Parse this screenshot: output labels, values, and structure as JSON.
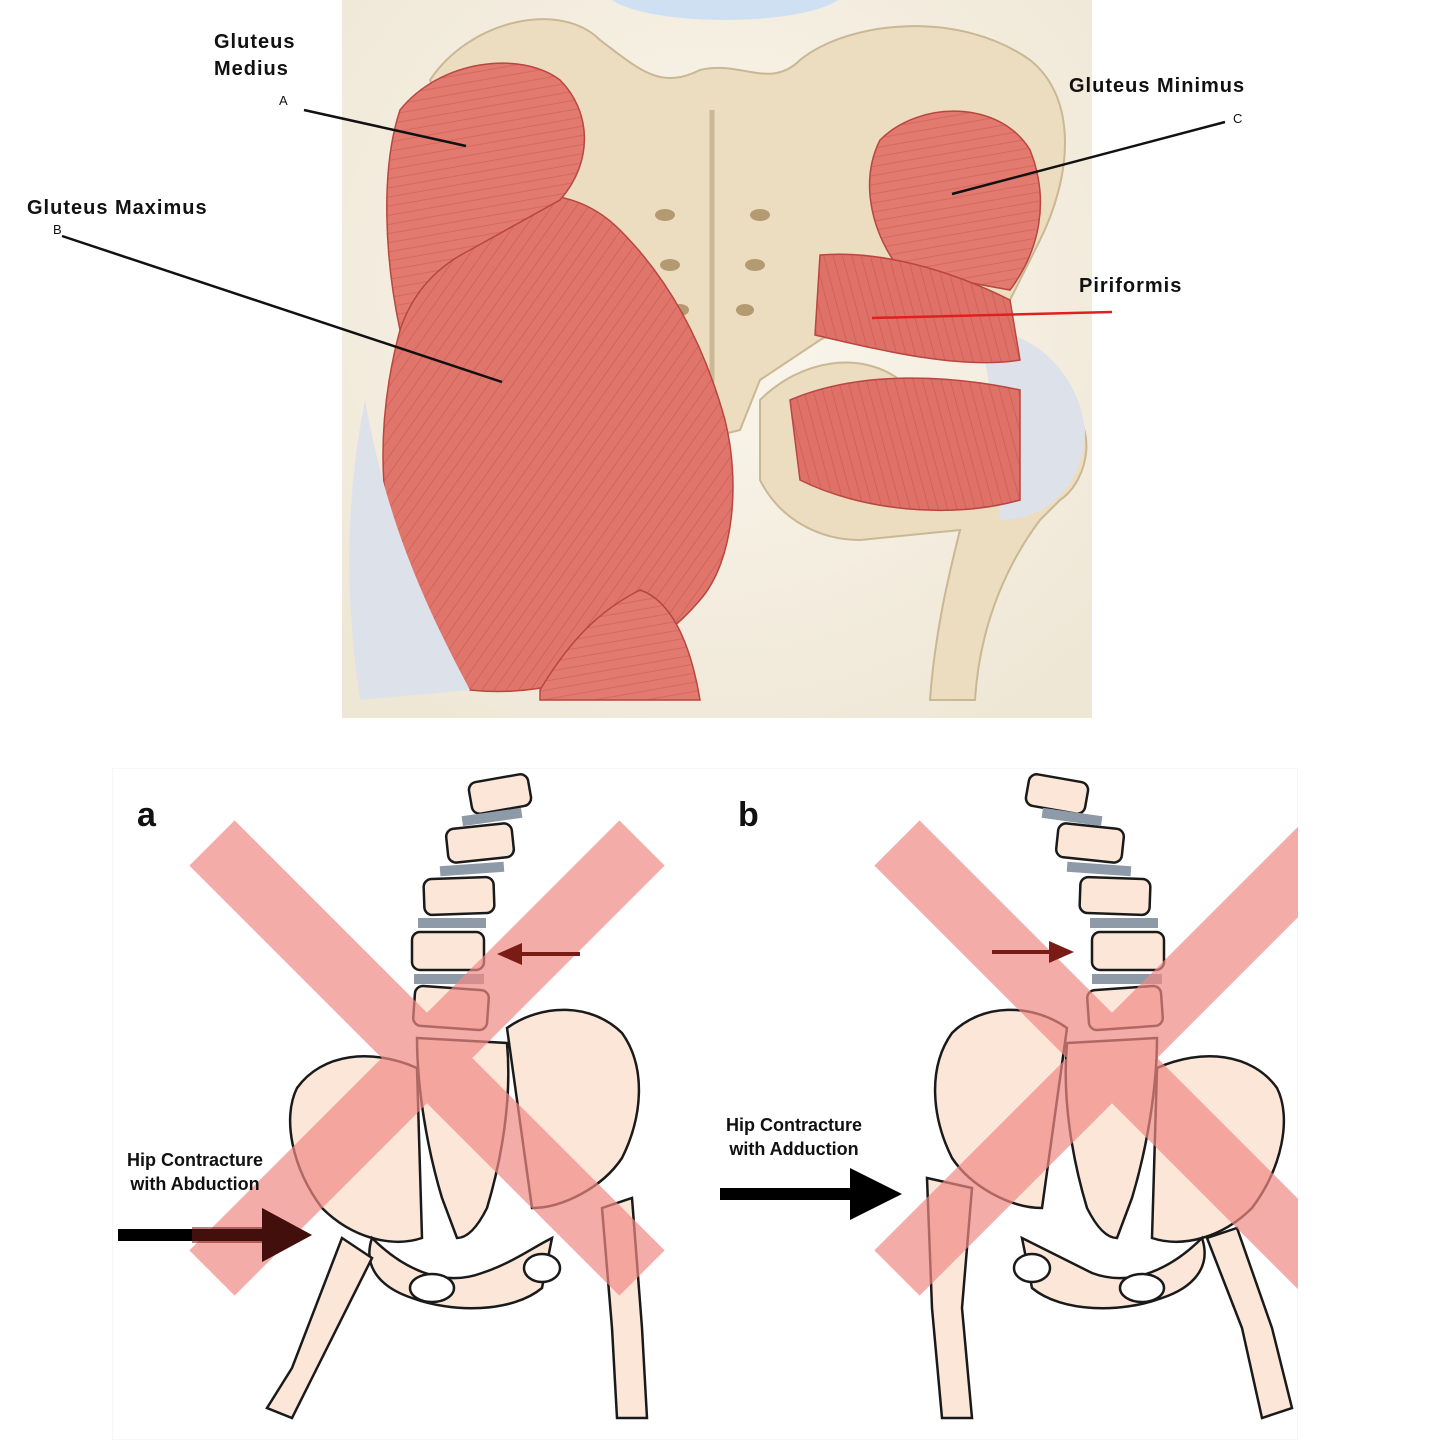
{
  "anatomy": {
    "labels": {
      "gluteus_medius": "Gluteus\nMedius",
      "gluteus_medius_letter": "A",
      "gluteus_maximus": "Gluteus Maximus",
      "gluteus_maximus_letter": "B",
      "gluteus_minimus": "Gluteus Minimus",
      "gluteus_minimus_letter": "C",
      "piriformis": "Piriformis"
    },
    "colors": {
      "muscle": "#e0756b",
      "muscle_dark": "#c9554d",
      "bone": "#ecdcc0",
      "tendon": "#dde2ea",
      "background": "#f6f0e3",
      "leader_line": "#111111",
      "piriformis_line": "#e02020"
    }
  },
  "figure": {
    "panels": [
      {
        "letter": "a",
        "caption": "Hip Contracture\nwith Abduction"
      },
      {
        "letter": "b",
        "caption": "Hip Contracture\nwith Adduction"
      }
    ],
    "colors": {
      "cross": "#f08a86",
      "bone": "#fbe6d8",
      "outline": "#1a1a1a",
      "disc": "#8f9aa8",
      "arrow_small": "#7a1c16",
      "arrow_large": "#000000"
    },
    "icons": [
      "cross-out-icon",
      "spine-tilt-arrow-icon",
      "contracture-arrow-icon"
    ]
  }
}
